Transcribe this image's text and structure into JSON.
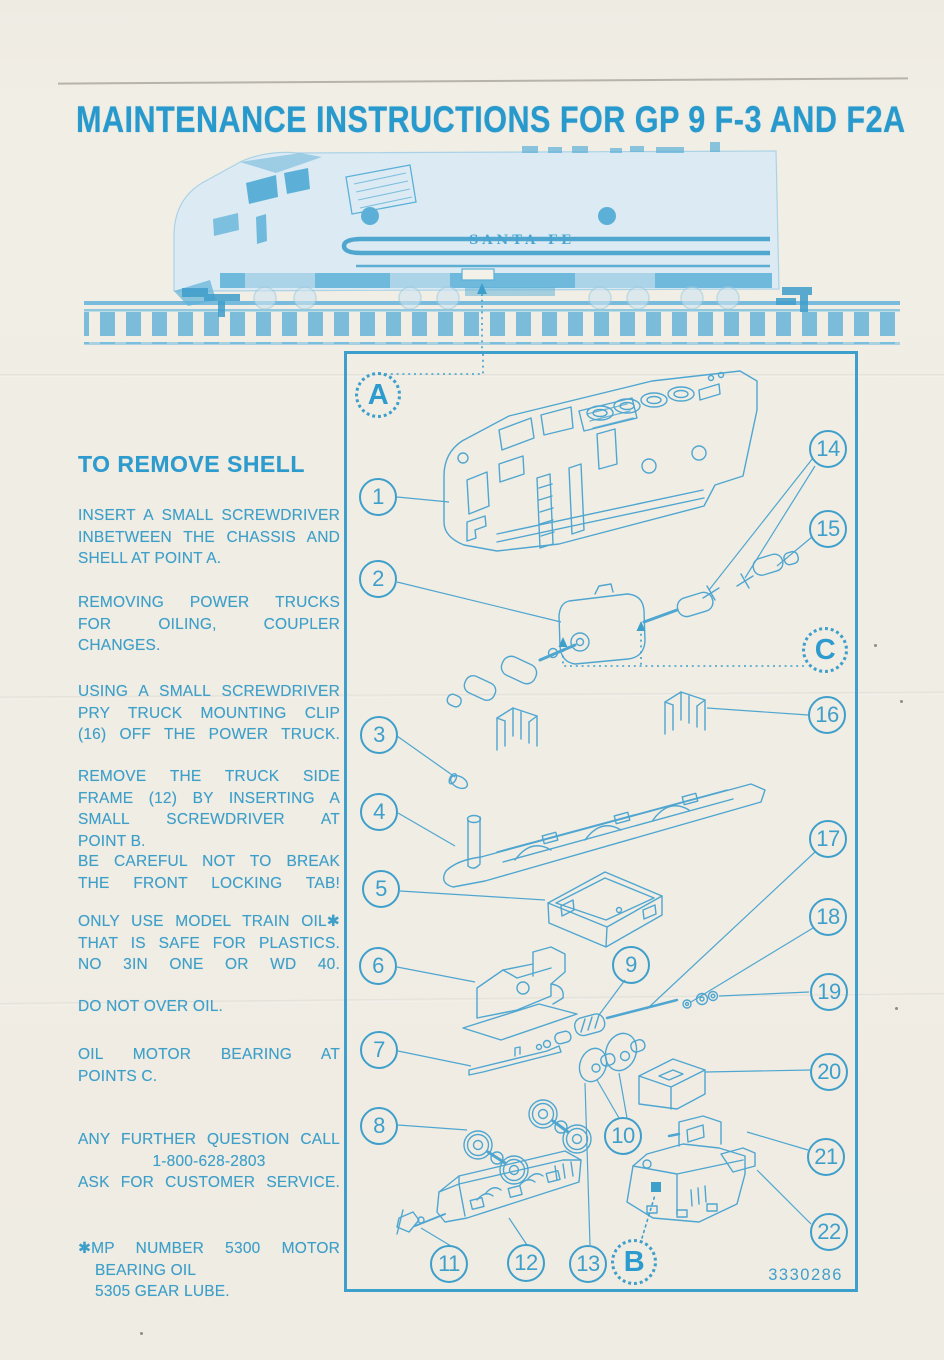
{
  "header": {
    "title": "MAINTENANCE INSTRUCTIONS FOR GP 9 F-3 AND F2A"
  },
  "hero": {
    "loco_label": "SANTA FE"
  },
  "instructions": {
    "heading": "TO REMOVE SHELL",
    "blocks": [
      {
        "lines": [
          "INSERT A SMALL SCREWDRIVER",
          "INBETWEEN THE CHASSIS AND",
          "SHELL AT POINT A."
        ]
      },
      {
        "lines": [
          "REMOVING POWER TRUCKS",
          "FOR OILING, COUPLER",
          "CHANGES."
        ]
      },
      {
        "lines": [
          "USING A SMALL SCREWDRIVER",
          "PRY TRUCK MOUNTING CLIP",
          "(16) OFF THE POWER TRUCK."
        ]
      },
      {
        "lines": [
          "REMOVE THE TRUCK SIDE",
          "FRAME (12) BY INSERTING A",
          "SMALL SCREWDRIVER AT",
          "POINT B."
        ]
      },
      {
        "lines": [
          "BE CAREFUL NOT TO BREAK",
          "THE FRONT LOCKING TAB!"
        ]
      },
      {
        "lines": [
          "ONLY USE MODEL TRAIN OIL✱",
          "THAT IS SAFE FOR PLASTICS.",
          "NO 3IN ONE OR WD 40."
        ]
      },
      {
        "lines": [
          "DO NOT OVER OIL."
        ]
      },
      {
        "lines": [
          "OIL MOTOR BEARING AT",
          "POINTS C."
        ]
      },
      {
        "lines": [
          "ANY FURTHER QUESTION CALL",
          "1-800-628-2803",
          "ASK FOR CUSTOMER SERVICE."
        ]
      },
      {
        "lines": [
          "✱MP NUMBER 5300 MOTOR",
          "BEARING OIL",
          "5305 GEAR LUBE."
        ]
      }
    ]
  },
  "diagram": {
    "part_number": "3330286",
    "letters": {
      "a": "A",
      "b": "B",
      "c": "C"
    },
    "callouts": [
      "1",
      "2",
      "3",
      "4",
      "5",
      "6",
      "7",
      "8",
      "9",
      "10",
      "11",
      "12",
      "13",
      "14",
      "15",
      "16",
      "17",
      "18",
      "19",
      "20",
      "21",
      "22"
    ]
  }
}
